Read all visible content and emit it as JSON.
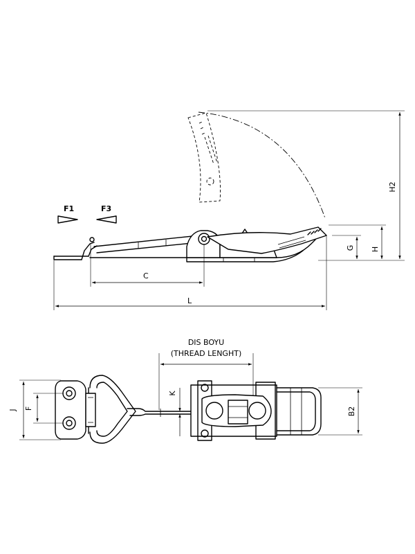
{
  "forces": {
    "f1": "F1",
    "f3": "F3"
  },
  "dimensions": {
    "h2": "H2",
    "g": "G",
    "h": "H",
    "c": "C",
    "l": "L",
    "thread_tr": "DIS BOYU",
    "thread_en": "(THREAD LENGHT)",
    "j": "J",
    "f": "F",
    "k": "K",
    "b2": "B2"
  }
}
